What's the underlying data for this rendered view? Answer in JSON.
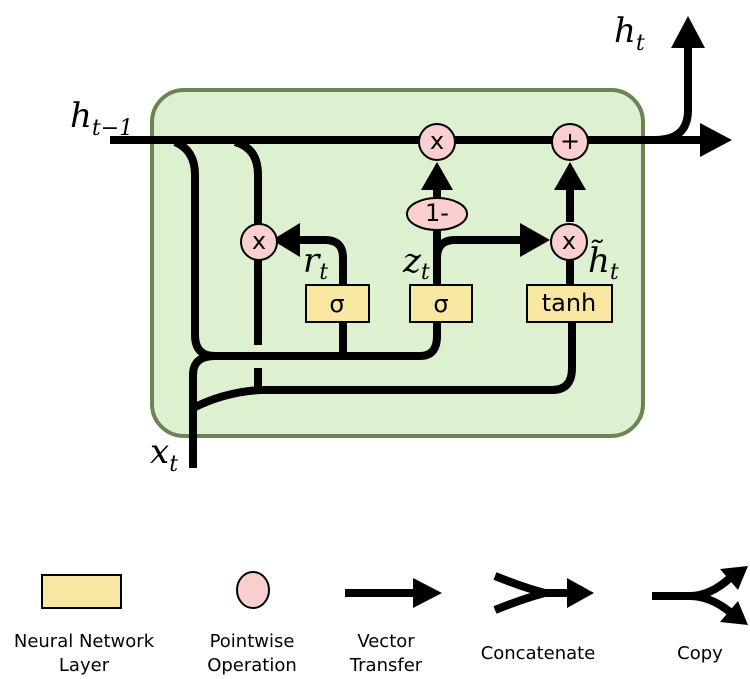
{
  "colors": {
    "cell_fill": "#ddf0cf",
    "cell_stroke": "#6b8455",
    "layer_fill": "#f7e7a3",
    "pointwise_fill": "#f9cfcf",
    "line": "#000000"
  },
  "labels": {
    "h_prev": {
      "base": "h",
      "sub": "t−1"
    },
    "h_out": {
      "base": "h",
      "sub": "t"
    },
    "x_in": {
      "base": "x",
      "sub": "t"
    },
    "r": {
      "base": "r",
      "sub": "t"
    },
    "z": {
      "base": "z",
      "sub": "t"
    },
    "h_tilde": {
      "base": "h̃",
      "sub": "t"
    }
  },
  "ops": {
    "mult": "x",
    "add": "+",
    "one_minus": "1-"
  },
  "layers": {
    "sigma": "σ",
    "tanh": "tanh"
  },
  "legend": [
    {
      "icon": "neural-network-layer",
      "line1": "Neural Network",
      "line2": "Layer"
    },
    {
      "icon": "pointwise-operation",
      "line1": "Pointwise",
      "line2": "Operation"
    },
    {
      "icon": "vector-transfer",
      "line1": "Vector",
      "line2": "Transfer"
    },
    {
      "icon": "concatenate",
      "line1": "Concatenate",
      "line2": ""
    },
    {
      "icon": "copy",
      "line1": "Copy",
      "line2": ""
    }
  ]
}
